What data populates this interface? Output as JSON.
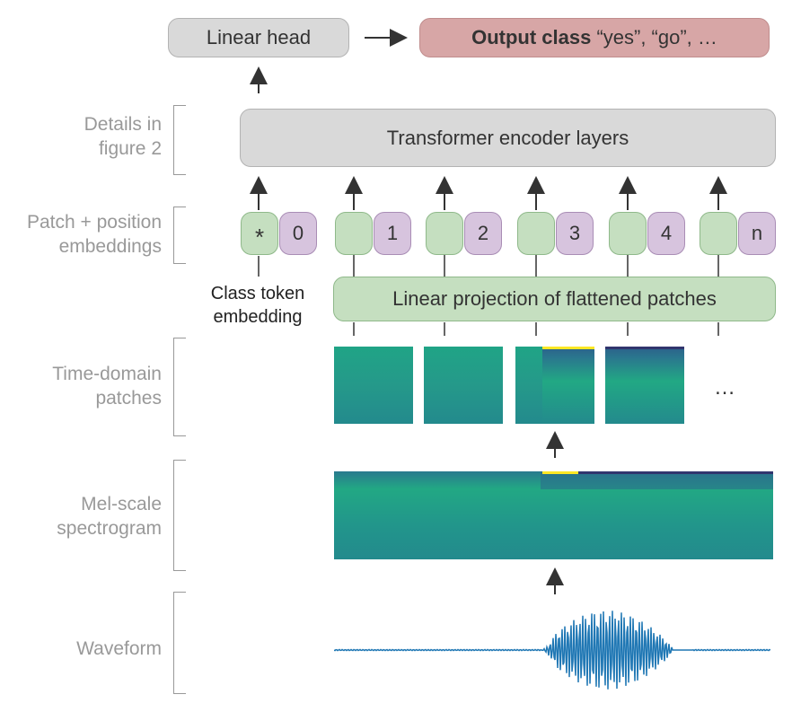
{
  "top": {
    "linear_head": "Linear head",
    "output_class_bold": "Output class",
    "output_class_rest": " “yes”, “go”, …"
  },
  "side_labels": {
    "details": "Details in\nfigure 2",
    "embeddings": "Patch + position\nembeddings",
    "time_patches": "Time-domain\npatches",
    "mel": "Mel-scale\nspectrogram",
    "waveform": "Waveform"
  },
  "encoder_label": "Transformer encoder layers",
  "projection_label": "Linear projection of flattened patches",
  "class_token": {
    "symbol": "*",
    "position": "0",
    "caption": "Class token\nembedding"
  },
  "patch_positions": [
    "1",
    "2",
    "3",
    "4",
    "n"
  ],
  "ellipsis": "…",
  "colors": {
    "gray_box": "#d9d9d9",
    "green_box": "#c5dfc0",
    "purple_box": "#d7c4de",
    "output_box": "#d7a6a6",
    "label_gray": "#999999",
    "waveform_blue": "#1f77b4",
    "spectrogram_teal": "#21918c"
  }
}
